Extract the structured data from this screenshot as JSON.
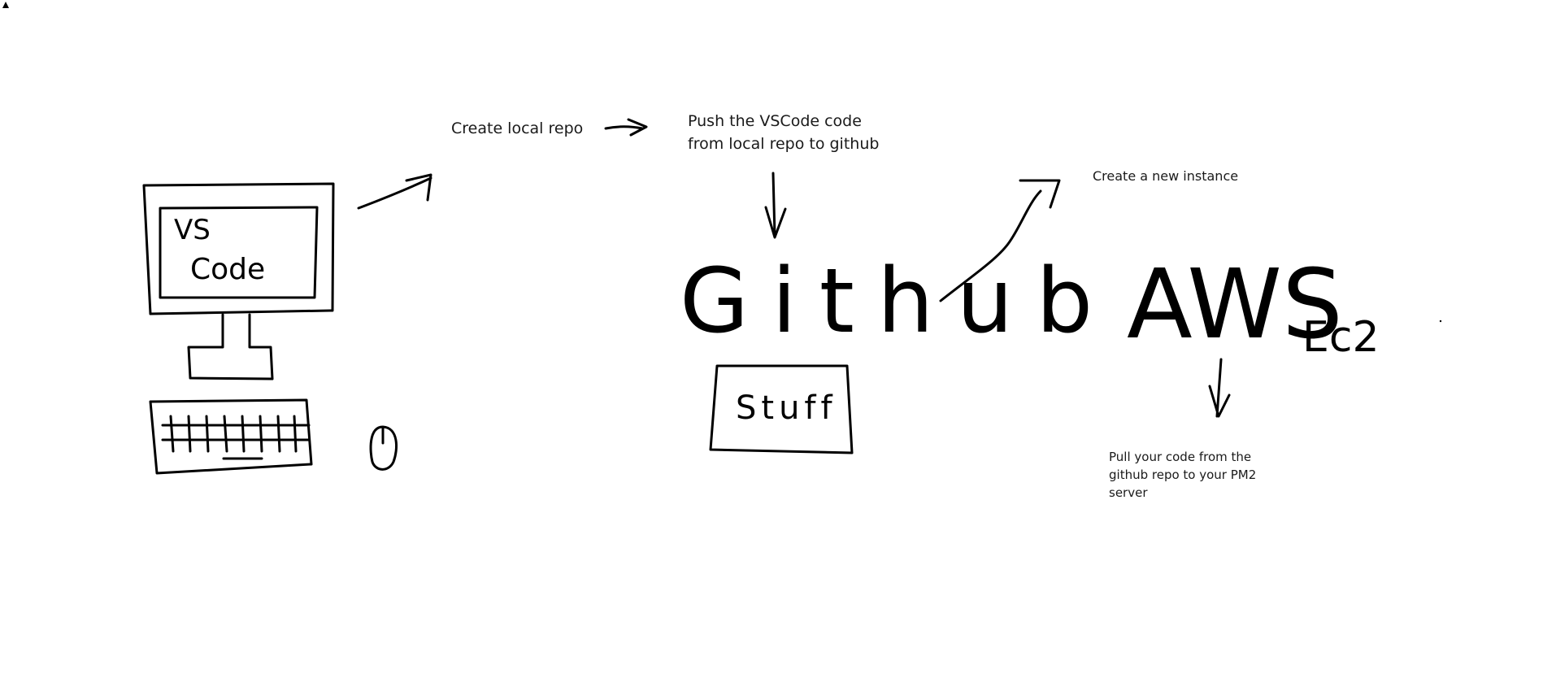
{
  "step_local_repo": "Create local repo",
  "step_push": [
    "Push the VSCode code",
    "from local repo to github"
  ],
  "step_new_instance": "Create a new instance",
  "step_pull": [
    "Pull your code from the",
    "github repo to your PM2",
    "server"
  ],
  "hand_drawn_labels": {
    "vscode": [
      "VS",
      "Code"
    ],
    "github": "Github",
    "stuff": "Stuff",
    "aws": "AWS",
    "ec2": "Ec2"
  },
  "colors": {
    "background": "#ffffff",
    "ink": "#000000"
  }
}
